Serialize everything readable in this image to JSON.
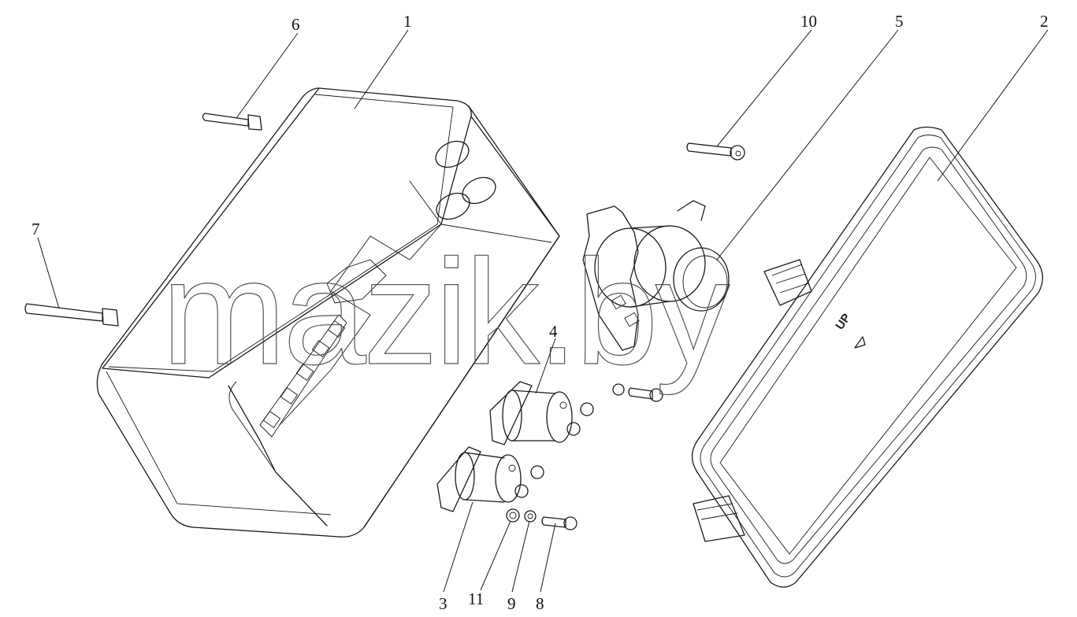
{
  "watermark": "mazik.by",
  "up_mark": "UP",
  "callouts": {
    "c1": "1",
    "c2": "2",
    "c3": "3",
    "c4": "4",
    "c5": "5",
    "c6": "6",
    "c7": "7",
    "c8": "8",
    "c9": "9",
    "c10": "10",
    "c11": "11"
  }
}
